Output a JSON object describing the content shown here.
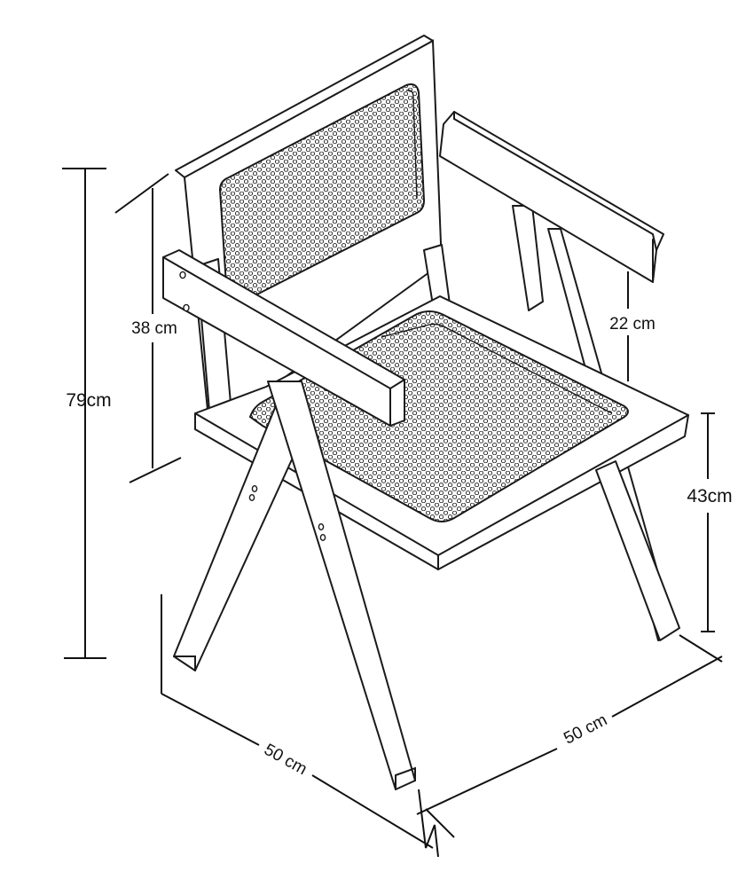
{
  "dimensions": {
    "total_height": "79cm",
    "back_height": "38 cm",
    "armrest_height": "22 cm",
    "seat_height": "43cm",
    "width": "50 cm",
    "depth": "50 cm"
  },
  "colors": {
    "line": "#1a1a1a",
    "background": "#ffffff"
  }
}
